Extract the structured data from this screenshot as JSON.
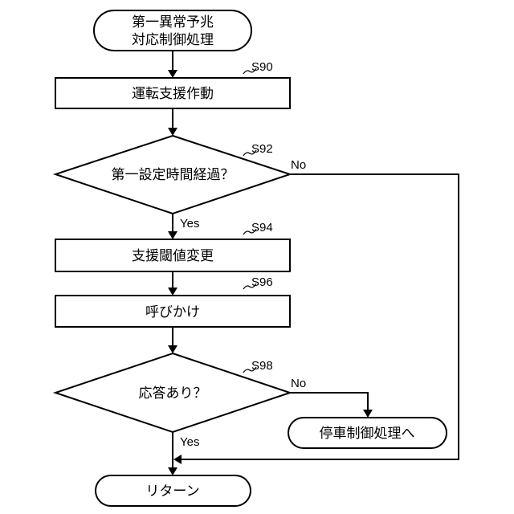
{
  "flowchart": {
    "start": {
      "line1": "第一異常予兆",
      "line2": "対応制御処理"
    },
    "s90": {
      "step": "S90",
      "text": "運転支援作動"
    },
    "s92": {
      "step": "S92",
      "text": "第一設定時間経過？",
      "yes": "Yes",
      "no": "No"
    },
    "s94": {
      "step": "S94",
      "text": "支援閾値変更"
    },
    "s96": {
      "step": "S96",
      "text": "呼びかけ"
    },
    "s98": {
      "step": "S98",
      "text": "応答あり？",
      "yes": "Yes",
      "no": "No"
    },
    "stop_process": {
      "text": "停車制御処理へ"
    },
    "end": {
      "text": "リターン"
    }
  }
}
